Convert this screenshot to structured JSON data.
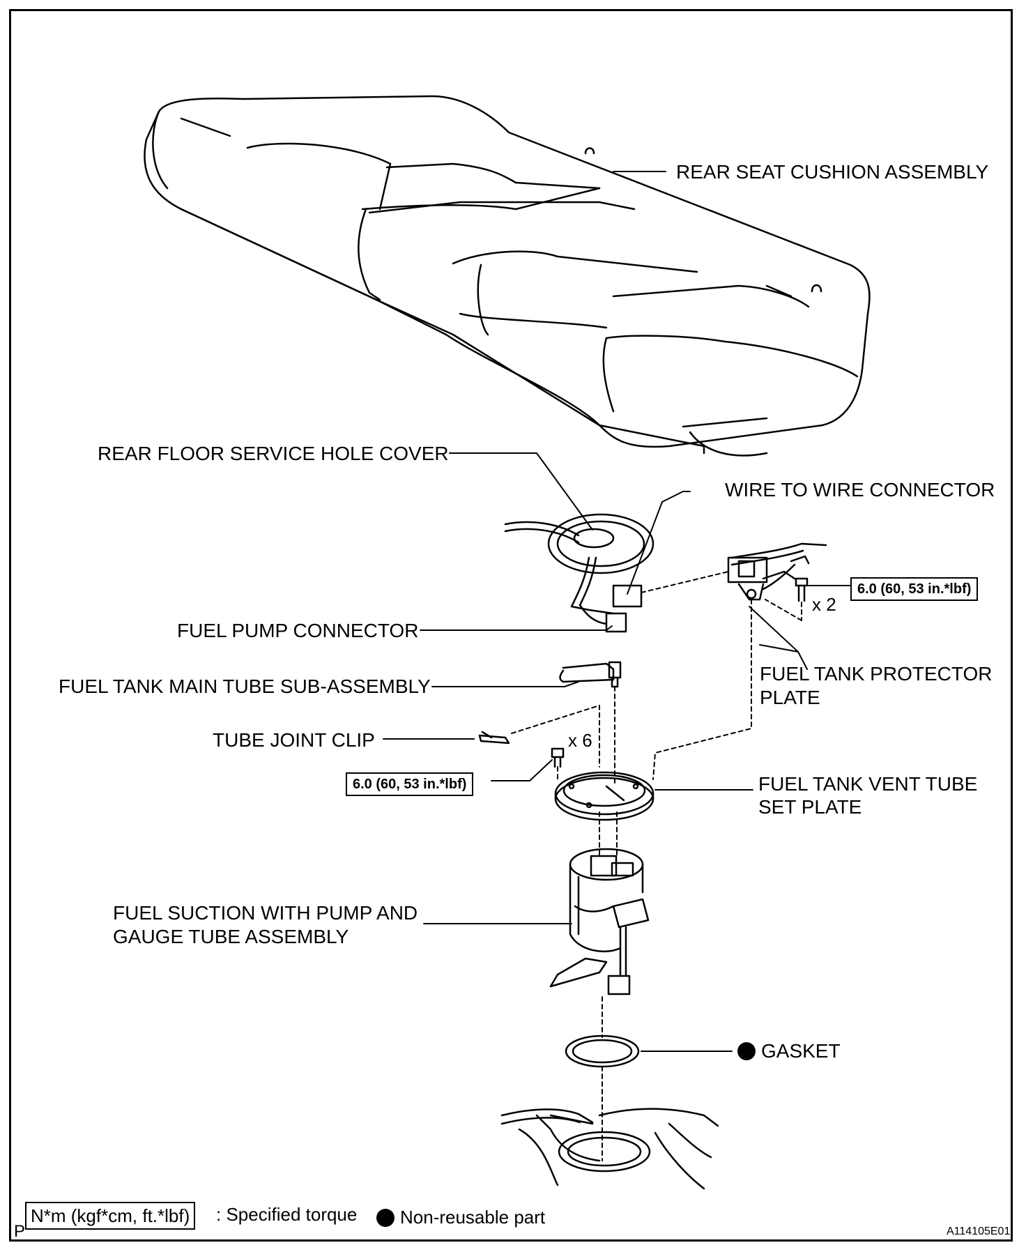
{
  "labels": {
    "rear_seat_cushion": "REAR SEAT CUSHION ASSEMBLY",
    "rear_floor_cover": "REAR FLOOR SERVICE HOLE COVER",
    "wire_to_wire": "WIRE TO WIRE CONNECTOR",
    "fuel_pump_connector": "FUEL PUMP CONNECTOR",
    "main_tube": "FUEL TANK MAIN TUBE SUB-ASSEMBLY",
    "protector_plate_1": "FUEL TANK PROTECTOR",
    "protector_plate_2": "PLATE",
    "tube_joint_clip": "TUBE JOINT CLIP",
    "vent_tube_1": "FUEL TANK VENT TUBE",
    "vent_tube_2": "SET PLATE",
    "suction_1": "FUEL SUCTION WITH PUMP AND",
    "suction_2": "GAUGE TUBE ASSEMBLY",
    "gasket": "GASKET"
  },
  "torques": {
    "protector_bolt": "6.0 (60, 53 in.*lbf)",
    "plate_bolt": "6.0 (60, 53 in.*lbf)"
  },
  "quantities": {
    "protector_bolt": "x 2",
    "plate_bolt": "x 6"
  },
  "legend": {
    "unit_box": "N*m (kgf*cm, ft.*lbf)",
    "unit_text": ": Specified torque",
    "nonreusable_text": "Non-reusable part"
  },
  "footer": {
    "corner": "P",
    "code": "A114105E01"
  }
}
